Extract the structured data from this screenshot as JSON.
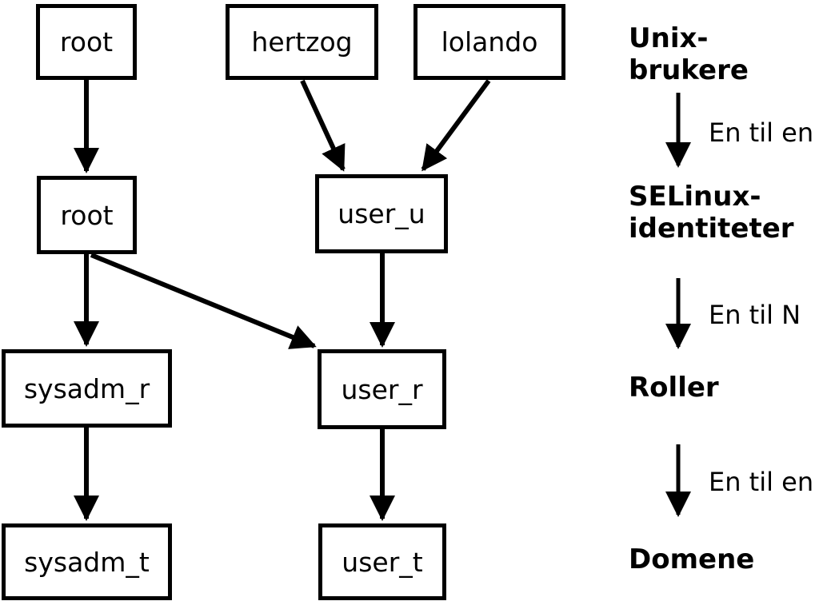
{
  "nodes": {
    "unix_root": "root",
    "unix_hertzog": "hertzog",
    "unix_lolando": "lolando",
    "selinux_root": "root",
    "selinux_user_u": "user_u",
    "role_sysadm_r": "sysadm_r",
    "role_user_r": "user_r",
    "domain_sysadm_t": "sysadm_t",
    "domain_user_t": "user_t"
  },
  "edges": [
    {
      "from": "unix_root",
      "to": "selinux_root"
    },
    {
      "from": "unix_hertzog",
      "to": "selinux_user_u"
    },
    {
      "from": "unix_lolando",
      "to": "selinux_user_u"
    },
    {
      "from": "selinux_root",
      "to": "role_sysadm_r"
    },
    {
      "from": "selinux_root",
      "to": "role_user_r"
    },
    {
      "from": "selinux_user_u",
      "to": "role_user_r"
    },
    {
      "from": "role_sysadm_r",
      "to": "domain_sysadm_t"
    },
    {
      "from": "role_user_r",
      "to": "domain_user_t"
    }
  ],
  "legend": {
    "unix_users": "Unix-brukere",
    "selinux_identities": "SELinux-\nidentiteter",
    "roles": "Roller",
    "domains": "Domene",
    "arrow1_label": "En til en",
    "arrow2_label": "En til N",
    "arrow3_label": "En til en"
  },
  "colors": {
    "foreground": "#000000",
    "background": "#ffffff"
  }
}
